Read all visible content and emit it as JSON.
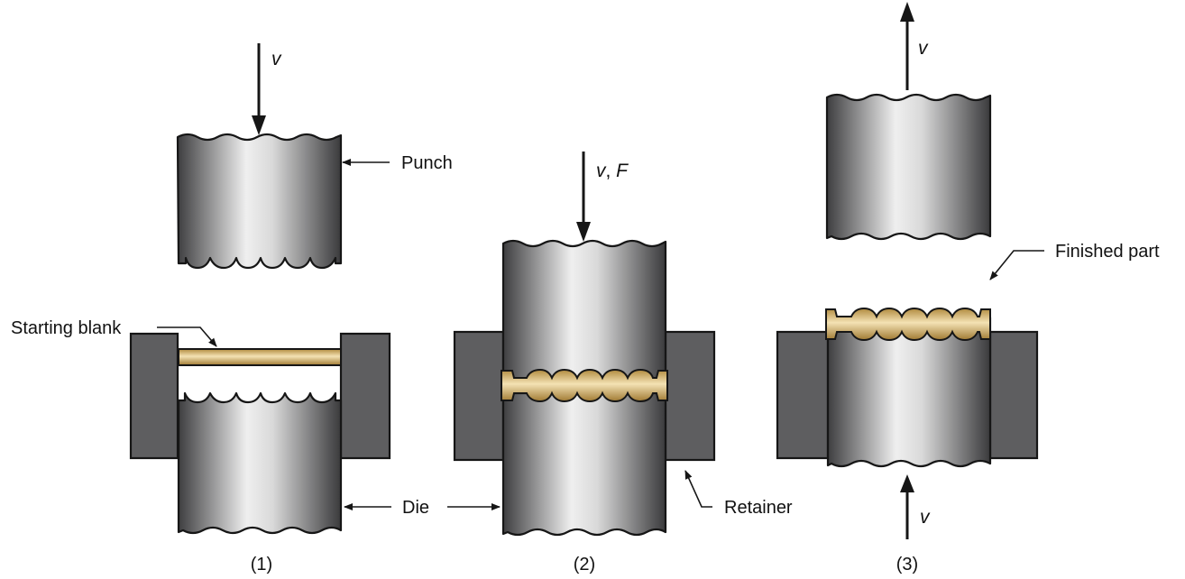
{
  "diagram": {
    "stage_labels": [
      "(1)",
      "(2)",
      "(3)"
    ],
    "labels": {
      "punch": "Punch",
      "starting_blank": "Starting blank",
      "die": "Die",
      "retainer": "Retainer",
      "finished_part": "Finished part"
    },
    "motion": {
      "stage1_punch": "v",
      "stage2_punch_a": "v",
      "stage2_sep": ", ",
      "stage2_punch_b": "F",
      "stage3_punch": "v",
      "stage3_die": "v"
    },
    "colors": {
      "steel_dark": "#3e3e40",
      "steel_light": "#efefef",
      "retainer": "#5e5e60",
      "blank": "#d8b56e",
      "outline": "#161616"
    }
  }
}
